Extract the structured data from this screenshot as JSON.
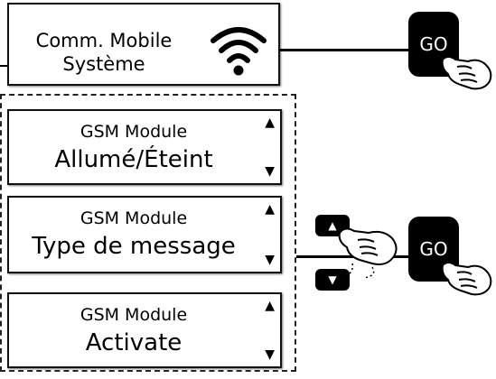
{
  "main_panel": {
    "title_line1": "Comm. Mobile",
    "title_line2": "Système",
    "status_icon": "wifi-icon"
  },
  "menu_items": [
    {
      "title": "GSM Module",
      "value": "Allumé/Éteint"
    },
    {
      "title": "GSM Module",
      "value": "Type de message"
    },
    {
      "title": "GSM Module",
      "value": "Activate"
    }
  ],
  "buttons": {
    "go_label_1": "GO",
    "go_label_2": "GO",
    "up_icon": "up-arrow-icon",
    "down_icon": "down-arrow-icon"
  },
  "colors": {
    "ink": "#000000",
    "background": "#ffffff"
  }
}
